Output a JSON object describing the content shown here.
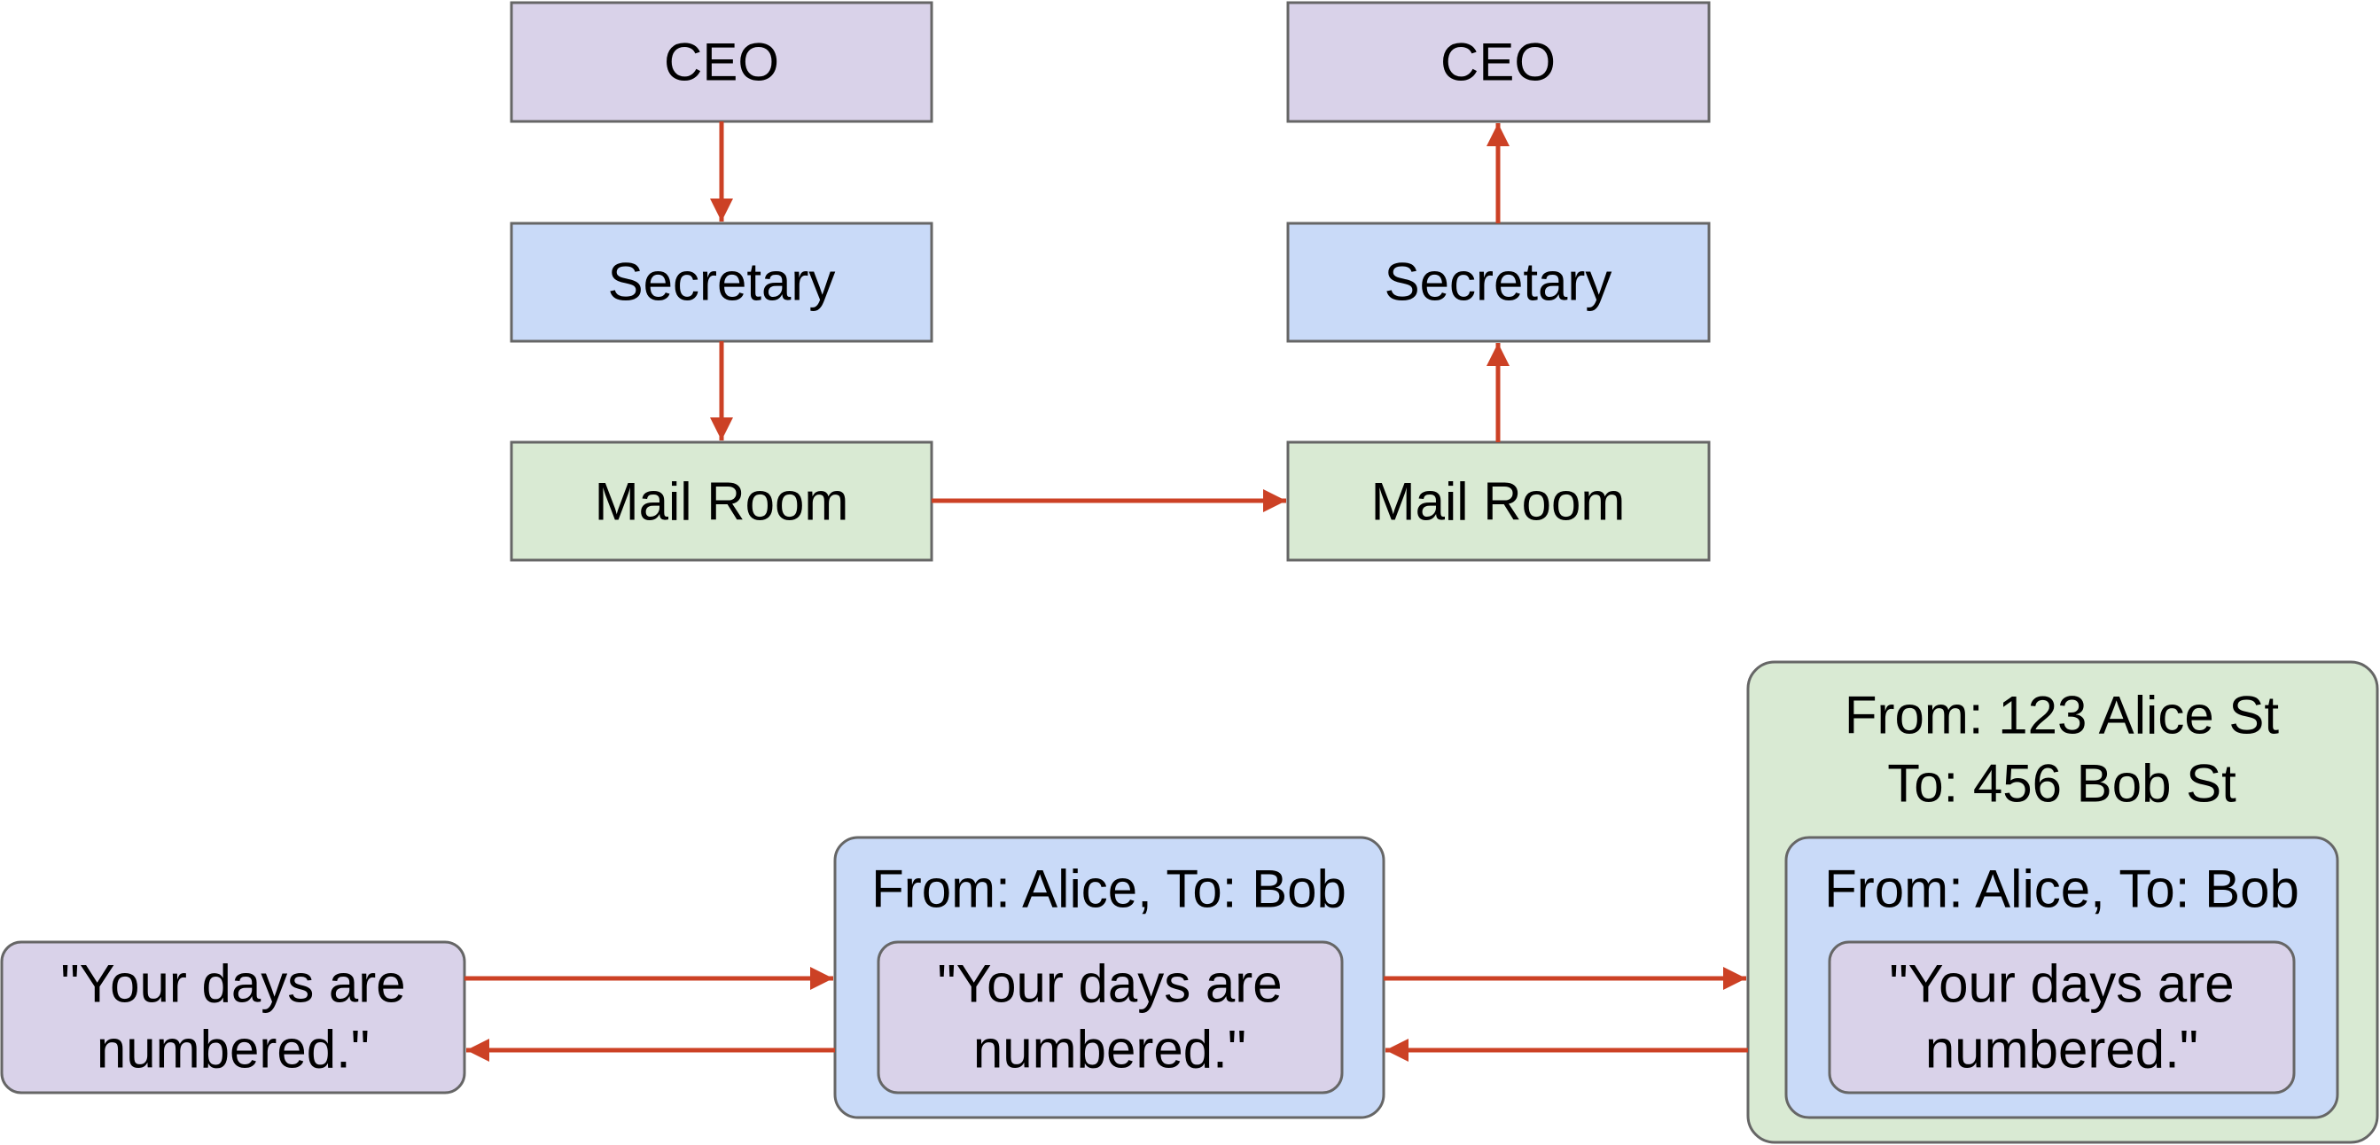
{
  "colors": {
    "ceo_fill": "#d9d2e9",
    "secretary_fill": "#c9daf8",
    "mailroom_fill": "#d9ead3",
    "box_stroke": "#666666",
    "arrow": "#cc4125"
  },
  "hierarchy": {
    "sender": {
      "ceo": "CEO",
      "secretary": "Secretary",
      "mailroom": "Mail Room"
    },
    "receiver": {
      "ceo": "CEO",
      "secretary": "Secretary",
      "mailroom": "Mail Room"
    }
  },
  "encapsulation": {
    "message": {
      "line1": "\"Your days are",
      "line2": "numbered.\""
    },
    "names_header": "From: Alice, To: Bob",
    "address_header": {
      "line1": "From: 123 Alice St",
      "line2": "To: 456 Bob St"
    }
  }
}
